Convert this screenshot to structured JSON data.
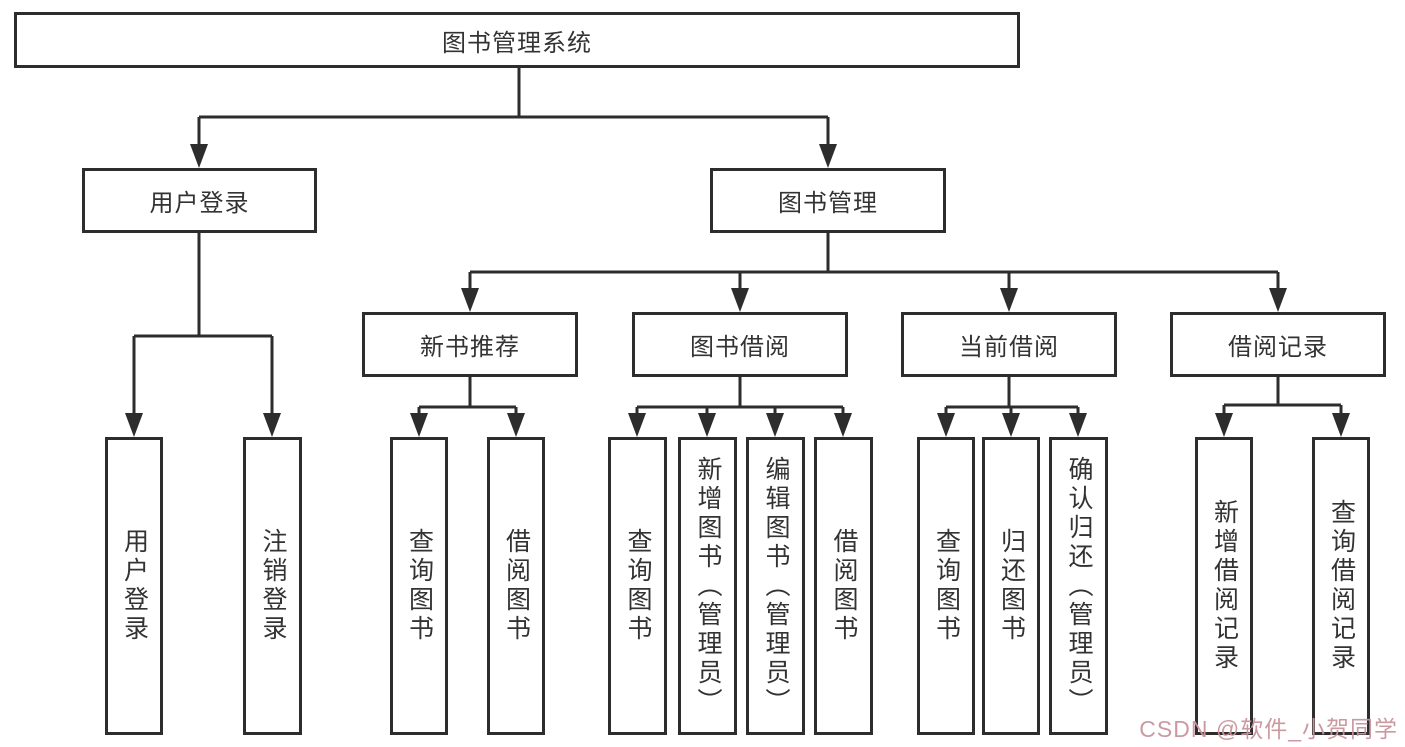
{
  "diagram": {
    "type": "hierarchy-tree",
    "title": "图书管理系统",
    "level2": [
      "用户登录",
      "图书管理"
    ],
    "level3": [
      "新书推荐",
      "图书借阅",
      "当前借阅",
      "借阅记录"
    ],
    "leaves": {
      "user_login": [
        "用户登录",
        "注销登录"
      ],
      "new_book_recommend": [
        "查询图书",
        "借阅图书"
      ],
      "book_borrow": [
        "查询图书",
        "新增图书（管理员）",
        "编辑图书（管理员）",
        "借阅图书"
      ],
      "current_borrow": [
        "查询图书",
        "归还图书",
        "确认归还（管理员）"
      ],
      "borrow_records": [
        "新增借阅记录",
        "查询借阅记录"
      ]
    },
    "hierarchy": {
      "图书管理系统": {
        "用户登录": [
          "用户登录",
          "注销登录"
        ],
        "图书管理": {
          "新书推荐": [
            "查询图书",
            "借阅图书"
          ],
          "图书借阅": [
            "查询图书",
            "新增图书（管理员）",
            "编辑图书（管理员）",
            "借阅图书"
          ],
          "当前借阅": [
            "查询图书",
            "归还图书",
            "确认归还（管理员）"
          ],
          "借阅记录": [
            "新增借阅记录",
            "查询借阅记录"
          ]
        }
      }
    }
  },
  "watermark": {
    "text": "CSDN @软件_小贺同学",
    "color": "#c9959c"
  },
  "colors": {
    "background": "#ffffff",
    "line": "#2d2d2d",
    "border": "#2d2d2d",
    "text": "#333333"
  }
}
